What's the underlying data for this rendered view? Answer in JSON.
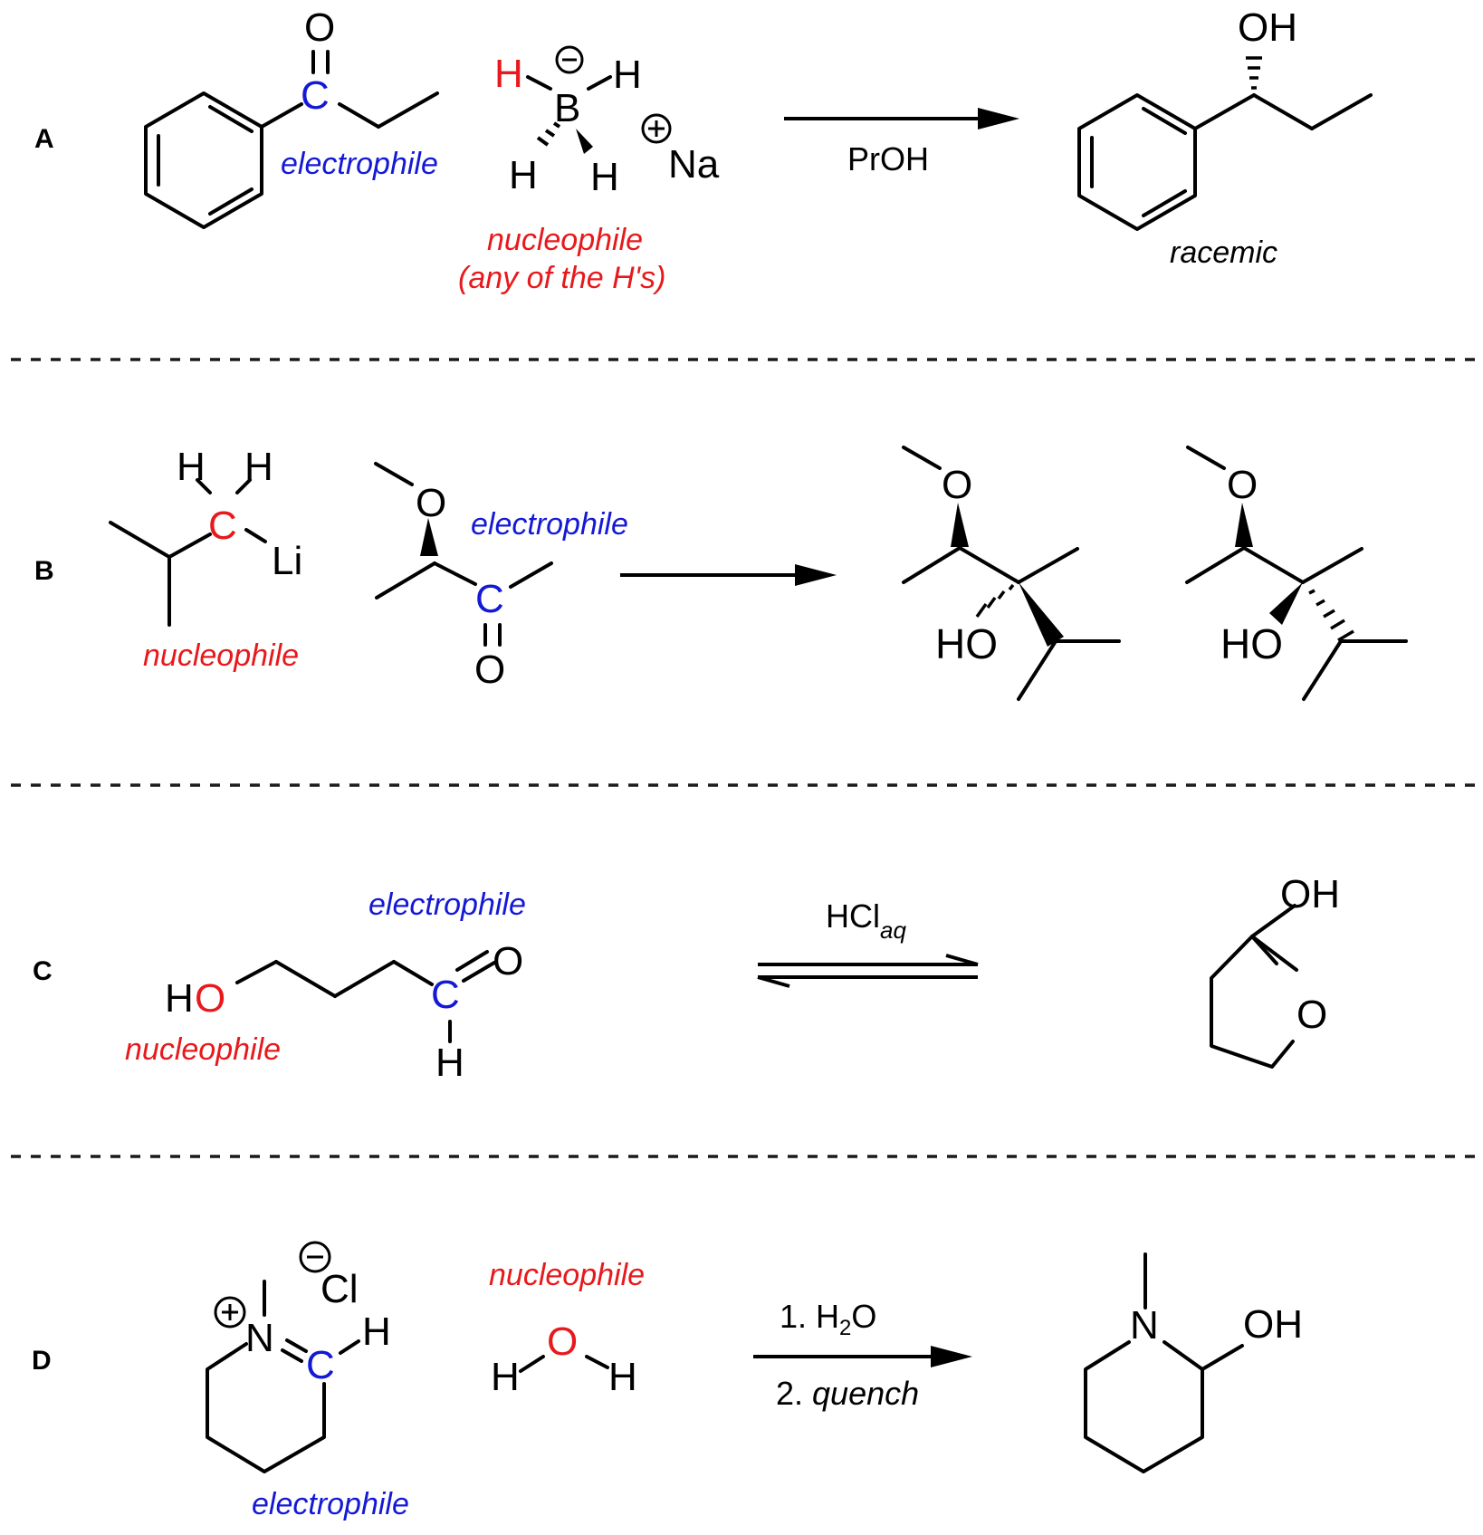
{
  "panels": {
    "A": {
      "label": "A",
      "reactant_atoms": {
        "o": "O",
        "c": "C"
      },
      "reagent_atoms": {
        "h_red": "H",
        "b": "B",
        "h1": "H",
        "h2": "H",
        "h3": "H",
        "na": "Na"
      },
      "electrophile_label": "electrophile",
      "nucleophile_label": "nucleophile",
      "nucleophile_note": "(any of the H's)",
      "condition": "PrOH",
      "product_oh": "OH",
      "product_note": "racemic"
    },
    "B": {
      "label": "B",
      "reagent_atoms": {
        "h1": "H",
        "h2": "H",
        "c": "C",
        "li": "Li"
      },
      "nucleophile_label": "nucleophile",
      "electrophile_label": "electrophile",
      "substrate_atoms": {
        "o_methoxy": "O",
        "c": "C",
        "o": "O"
      },
      "product1_atoms": {
        "o": "O",
        "ho": "HO"
      },
      "product2_atoms": {
        "o": "O",
        "ho": "HO"
      }
    },
    "C": {
      "label": "C",
      "electrophile_label": "electrophile",
      "nucleophile_label": "nucleophile",
      "substrate_atoms": {
        "h": "H",
        "o_red": "O",
        "c": "C",
        "o": "O",
        "h_ald": "H"
      },
      "condition_main": "HCl",
      "condition_sub": "aq",
      "product_atoms": {
        "oh": "OH",
        "o": "O"
      }
    },
    "D": {
      "label": "D",
      "substrate_atoms": {
        "n": "N",
        "cl": "Cl",
        "c": "C",
        "h": "H"
      },
      "electrophile_label": "electrophile",
      "nucleophile_label": "nucleophile",
      "water_atoms": {
        "h1": "H",
        "o": "O",
        "h2": "H"
      },
      "step1_prefix": "1. H",
      "step1_sub": "2",
      "step1_suffix": "O",
      "step2_prefix": "2. ",
      "step2_word": "quench",
      "product_atoms": {
        "n": "N",
        "oh": "OH"
      }
    }
  },
  "colors": {
    "nucleophile": "#e8191c",
    "electrophile": "#1419d6",
    "bonds": "#000000"
  }
}
